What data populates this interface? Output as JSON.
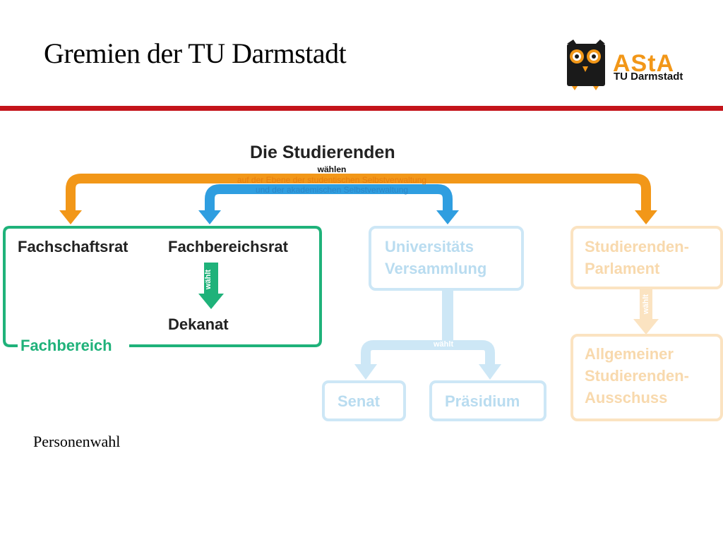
{
  "slide": {
    "title": "Gremien der TU Darmstadt",
    "footer": "Personenwahl"
  },
  "logo": {
    "text": "AStA",
    "subtitle": "TU Darmstadt"
  },
  "diagram": {
    "heading": "Die Studierenden",
    "voting_main": "wählen",
    "voting_line1": "auf der Ebene der studentischen Selbstverwaltung",
    "voting_line2": "und der akademischen Selbstverwaltung",
    "fachbereich": {
      "label": "Fachbereich",
      "fachschaftsrat": "Fachschaftsrat",
      "fachbereichsrat": "Fachbereichsrat",
      "elects": "wählt",
      "dekanat": "Dekanat"
    },
    "universitaet": {
      "line1": "Universitäts",
      "line2": "Versammlung",
      "elects": "wählt",
      "senat": "Senat",
      "praesidium": "Präsidium"
    },
    "studierenden": {
      "line1": "Studierenden-",
      "line2": "Parlament",
      "elects": "wählt",
      "asta_line1": "Allgemeiner",
      "asta_line2": "Studierenden-",
      "asta_line3": "Ausschuss"
    },
    "colors": {
      "orange": "#f29718",
      "blue": "#2f9ee0",
      "green": "#1fb27a",
      "blue_faded": "#cde7f6",
      "orange_faded": "#fbe3c1",
      "title_rule": "#c4141a"
    }
  }
}
